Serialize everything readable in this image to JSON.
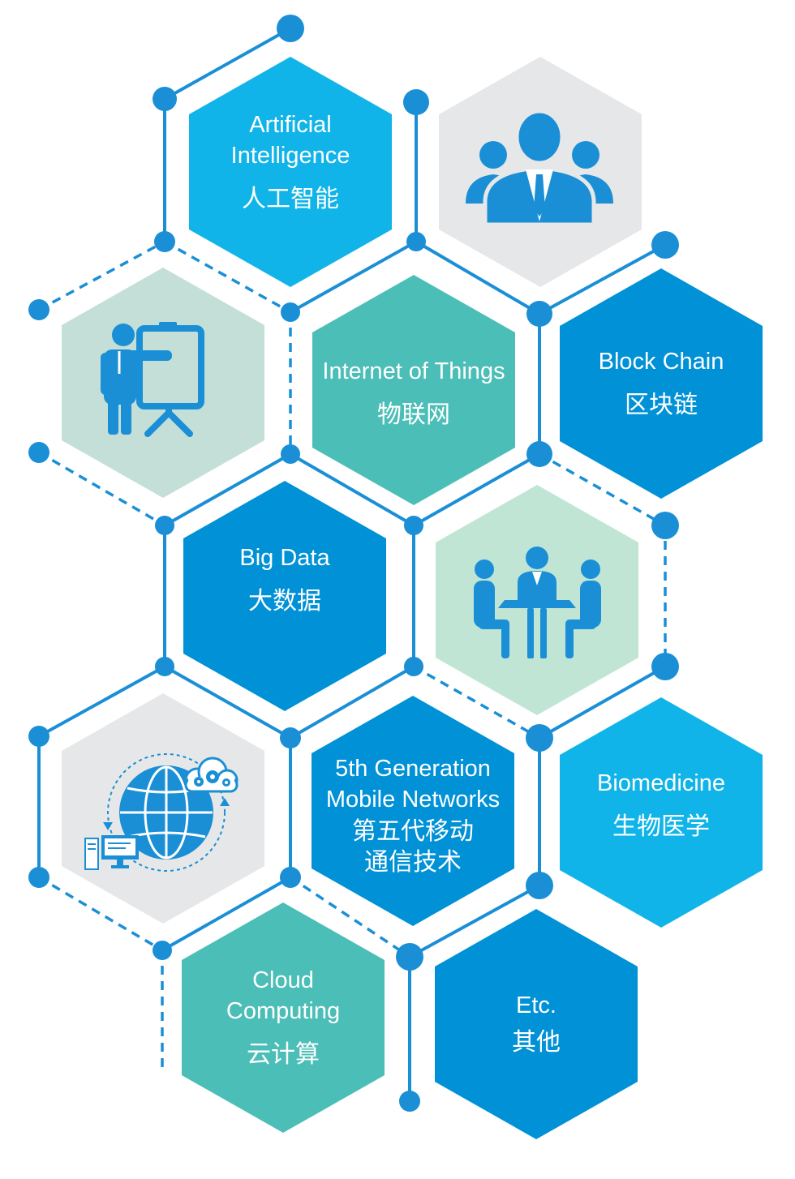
{
  "palette": {
    "cyan": "#10B4E9",
    "blue": "#0091D6",
    "teal": "#4BBEB7",
    "gray": "#E6E7E8",
    "sage": "#C3DFD7",
    "mint": "#C1E5D5",
    "line": "#1A8FD6",
    "icon": "#1A8FD6",
    "text": "#FFFFFF"
  },
  "hexagons": {
    "artificial_intelligence": {
      "en": [
        "Artificial",
        "Intelligence"
      ],
      "zh": [
        "人工智能"
      ]
    },
    "team": {
      "icon": "team-icon"
    },
    "presentation": {
      "icon": "presenter-icon"
    },
    "internet_of_things": {
      "en": [
        "Internet of Things"
      ],
      "zh": [
        "物联网"
      ]
    },
    "block_chain": {
      "en": [
        "Block Chain"
      ],
      "zh": [
        "区块链"
      ]
    },
    "big_data": {
      "en": [
        "Big Data"
      ],
      "zh": [
        "大数据"
      ]
    },
    "meeting": {
      "icon": "meeting-icon"
    },
    "cloud_network": {
      "icon": "globe-network-icon"
    },
    "fifth_generation": {
      "en": [
        "5th Generation",
        "Mobile Networks"
      ],
      "zh": [
        "第五代移动",
        "通信技术"
      ]
    },
    "biomedicine": {
      "en": [
        "Biomedicine"
      ],
      "zh": [
        "生物医学"
      ]
    },
    "cloud_computing": {
      "en": [
        "Cloud",
        "Computing"
      ],
      "zh": [
        "云计算"
      ]
    },
    "etc": {
      "en": [
        "Etc."
      ],
      "zh": [
        "其他"
      ]
    }
  }
}
